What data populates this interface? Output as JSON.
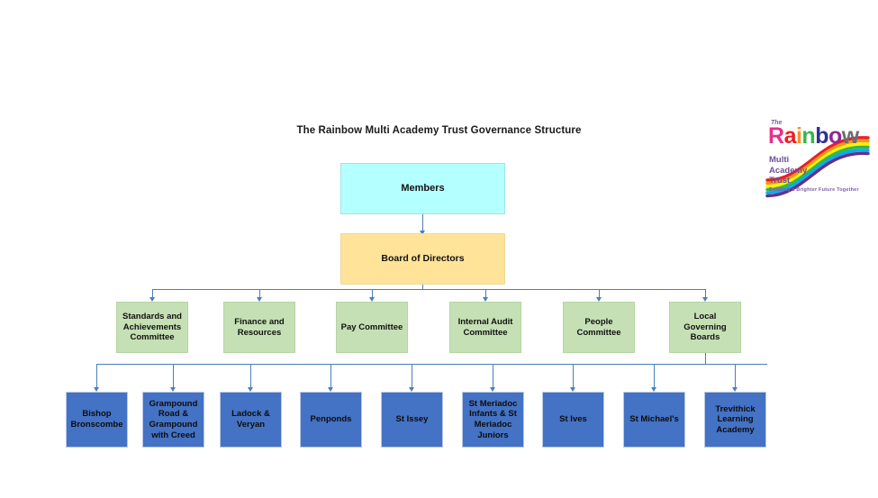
{
  "title": "The Rainbow Multi Academy Trust Governance Structure",
  "logo": {
    "the": "The",
    "wordmark": "Rainbow",
    "wordmark_letters": [
      {
        "ch": "R",
        "color": "#E8308A"
      },
      {
        "ch": "a",
        "color": "#EC1C24"
      },
      {
        "ch": "i",
        "color": "#F7941E"
      },
      {
        "ch": "n",
        "color": "#39B54A"
      },
      {
        "ch": "b",
        "color": "#2E3192"
      },
      {
        "ch": "o",
        "color": "#92278F"
      },
      {
        "ch": "w",
        "color": "#6D6E71"
      }
    ],
    "sub_lines": [
      "Multi",
      "Academy",
      "Trust"
    ],
    "tagline": "Building a Brighter Future Together"
  },
  "nodes": {
    "members": {
      "label": "Members",
      "color": "#B4FFFF"
    },
    "board": {
      "label": "Board of Directors",
      "color": "#FFE399"
    }
  },
  "committees": {
    "color": "#C5E0B4",
    "items": [
      {
        "label": "Standards and Achievements Committee"
      },
      {
        "label": "Finance and Resources"
      },
      {
        "label": "Pay Committee"
      },
      {
        "label": "Internal Audit Committee"
      },
      {
        "label": "People Committee"
      },
      {
        "label": "Local Governing Boards"
      }
    ]
  },
  "schools": {
    "color": "#4472C4",
    "items": [
      {
        "label": "Bishop Bronscombe"
      },
      {
        "label": "Grampound Road & Grampound with Creed"
      },
      {
        "label": "Ladock & Veryan"
      },
      {
        "label": "Penponds"
      },
      {
        "label": "St Issey"
      },
      {
        "label": "St Meriadoc Infants & St Meriadoc Juniors"
      },
      {
        "label": "St Ives"
      },
      {
        "label": "St Michael's"
      },
      {
        "label": "Trevithick Learning Academy"
      }
    ]
  },
  "connector_color": "#4a7ebb"
}
